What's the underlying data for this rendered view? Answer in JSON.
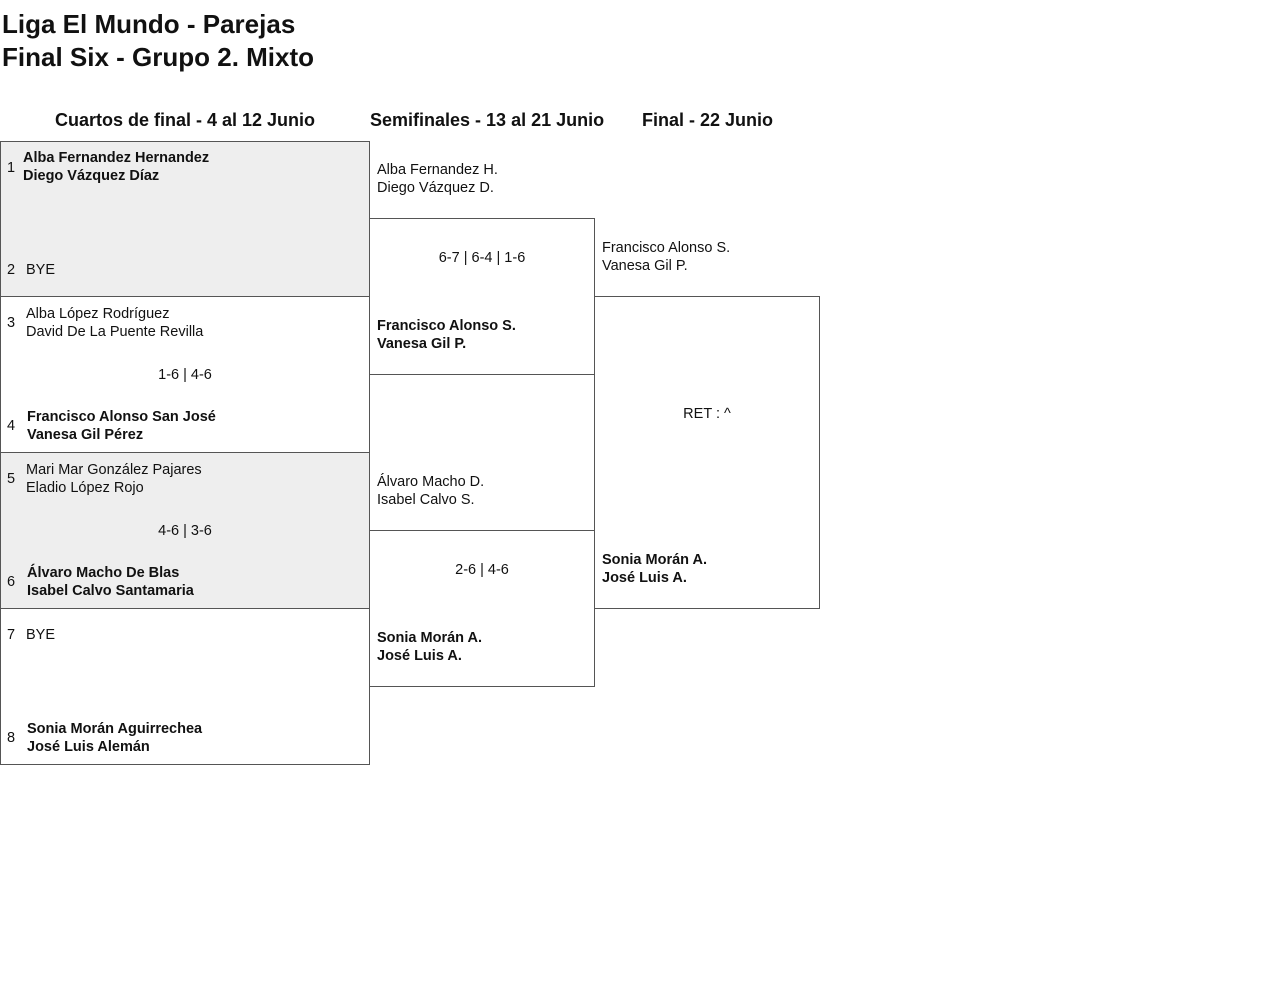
{
  "title": {
    "line1": "Liga El Mundo - Parejas",
    "line2": "Final Six - Grupo 2. Mixto"
  },
  "columns": {
    "quarterfinals": "Cuartos de final - 4 al 12 Junio",
    "semifinals": "Semifinales - 13 al 21 Junio",
    "final": "Final - 22 Junio"
  },
  "quarterfinals": [
    {
      "top": {
        "seed": "1",
        "player1": "Alba Fernandez Hernandez",
        "player2": "Diego Vázquez Díaz"
      },
      "bottom": {
        "seed": "2",
        "player1": "BYE",
        "player2": ""
      },
      "score": ""
    },
    {
      "top": {
        "seed": "3",
        "player1": "Alba López Rodríguez",
        "player2": "David De La Puente Revilla"
      },
      "bottom": {
        "seed": "4",
        "player1": "Francisco Alonso San José",
        "player2": "Vanesa Gil Pérez"
      },
      "score": "1-6 | 4-6"
    },
    {
      "top": {
        "seed": "5",
        "player1": "Mari Mar González Pajares",
        "player2": "Eladio López Rojo"
      },
      "bottom": {
        "seed": "6",
        "player1": "Álvaro Macho De Blas",
        "player2": "Isabel Calvo Santamaria"
      },
      "score": "4-6 | 3-6"
    },
    {
      "top": {
        "seed": "7",
        "player1": "BYE",
        "player2": ""
      },
      "bottom": {
        "seed": "8",
        "player1": "Sonia Morán Aguirrechea",
        "player2": "José Luis Alemán"
      },
      "score": ""
    }
  ],
  "semifinals": [
    {
      "top": {
        "player1": "Alba Fernandez H.",
        "player2": "Diego Vázquez D."
      },
      "bottom": {
        "player1": "Francisco Alonso S.",
        "player2": "Vanesa Gil P."
      },
      "score": "6-7 | 6-4 | 1-6"
    },
    {
      "top": {
        "player1": "Álvaro Macho D.",
        "player2": "Isabel Calvo S."
      },
      "bottom": {
        "player1": "Sonia Morán A.",
        "player2": "José Luis A."
      },
      "score": "2-6 | 4-6"
    }
  ],
  "final": {
    "top": {
      "player1": "Francisco Alonso S.",
      "player2": "Vanesa Gil P."
    },
    "bottom": {
      "player1": "Sonia Morán A.",
      "player2": "José Luis A."
    },
    "score": "RET : ^"
  }
}
